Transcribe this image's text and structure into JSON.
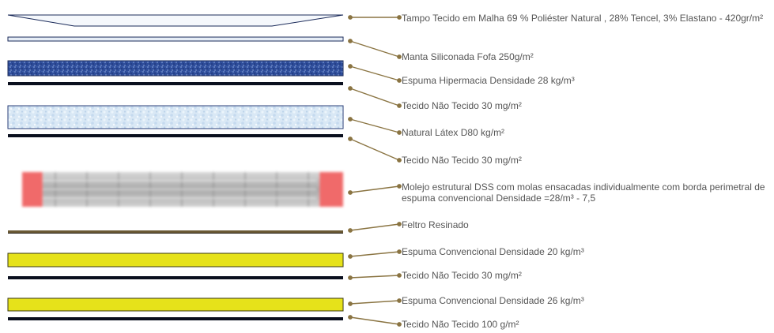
{
  "colors": {
    "leader": "#8a7442",
    "dark_line": "#0a0f1e",
    "navy_outline": "#1b2b5a",
    "blue_layer": "#2e4d9a",
    "light_blue_layer": "#d9e8f5",
    "felt": "#6b5a35",
    "yellow": "#e6e21a",
    "spring_red": "#f06b6b",
    "spring_gray": "#b9b9b9",
    "text": "#555555"
  },
  "layers": [
    {
      "id": "tampo",
      "label": "Tampo Tecido em Malha  69 % Poliéster Natural , 28% Tencel, 3% Elastano - 420gr/m²"
    },
    {
      "id": "manta",
      "label": "Manta Siliconada Fofa 250g/m²"
    },
    {
      "id": "espuma-hipermacia",
      "label": "Espuma Hipermacia  Densidade 28 kg/m³"
    },
    {
      "id": "tecido-1",
      "label": "Tecido Não Tecido 30 mg/m²"
    },
    {
      "id": "latex",
      "label": "Natural Látex  D80 kg/m²"
    },
    {
      "id": "tecido-2",
      "label": "Tecido Não Tecido 30 mg/m²"
    },
    {
      "id": "molejo",
      "label": "Molejo estrutural DSS com molas ensacadas individualmente com borda perimetral de espuma convencional  Densidade =28/m³ - 7,5"
    },
    {
      "id": "feltro",
      "label": "Feltro Resinado"
    },
    {
      "id": "espuma-conv-20",
      "label": "Espuma Convencional Densidade 20 kg/m³"
    },
    {
      "id": "tecido-3",
      "label": "Tecido Não Tecido 30 mg/m²"
    },
    {
      "id": "espuma-conv-26",
      "label": "Espuma Convencional Densidade 26 kg/m³"
    },
    {
      "id": "tecido-4",
      "label": "Tecido Não Tecido 100 g/m²"
    }
  ]
}
